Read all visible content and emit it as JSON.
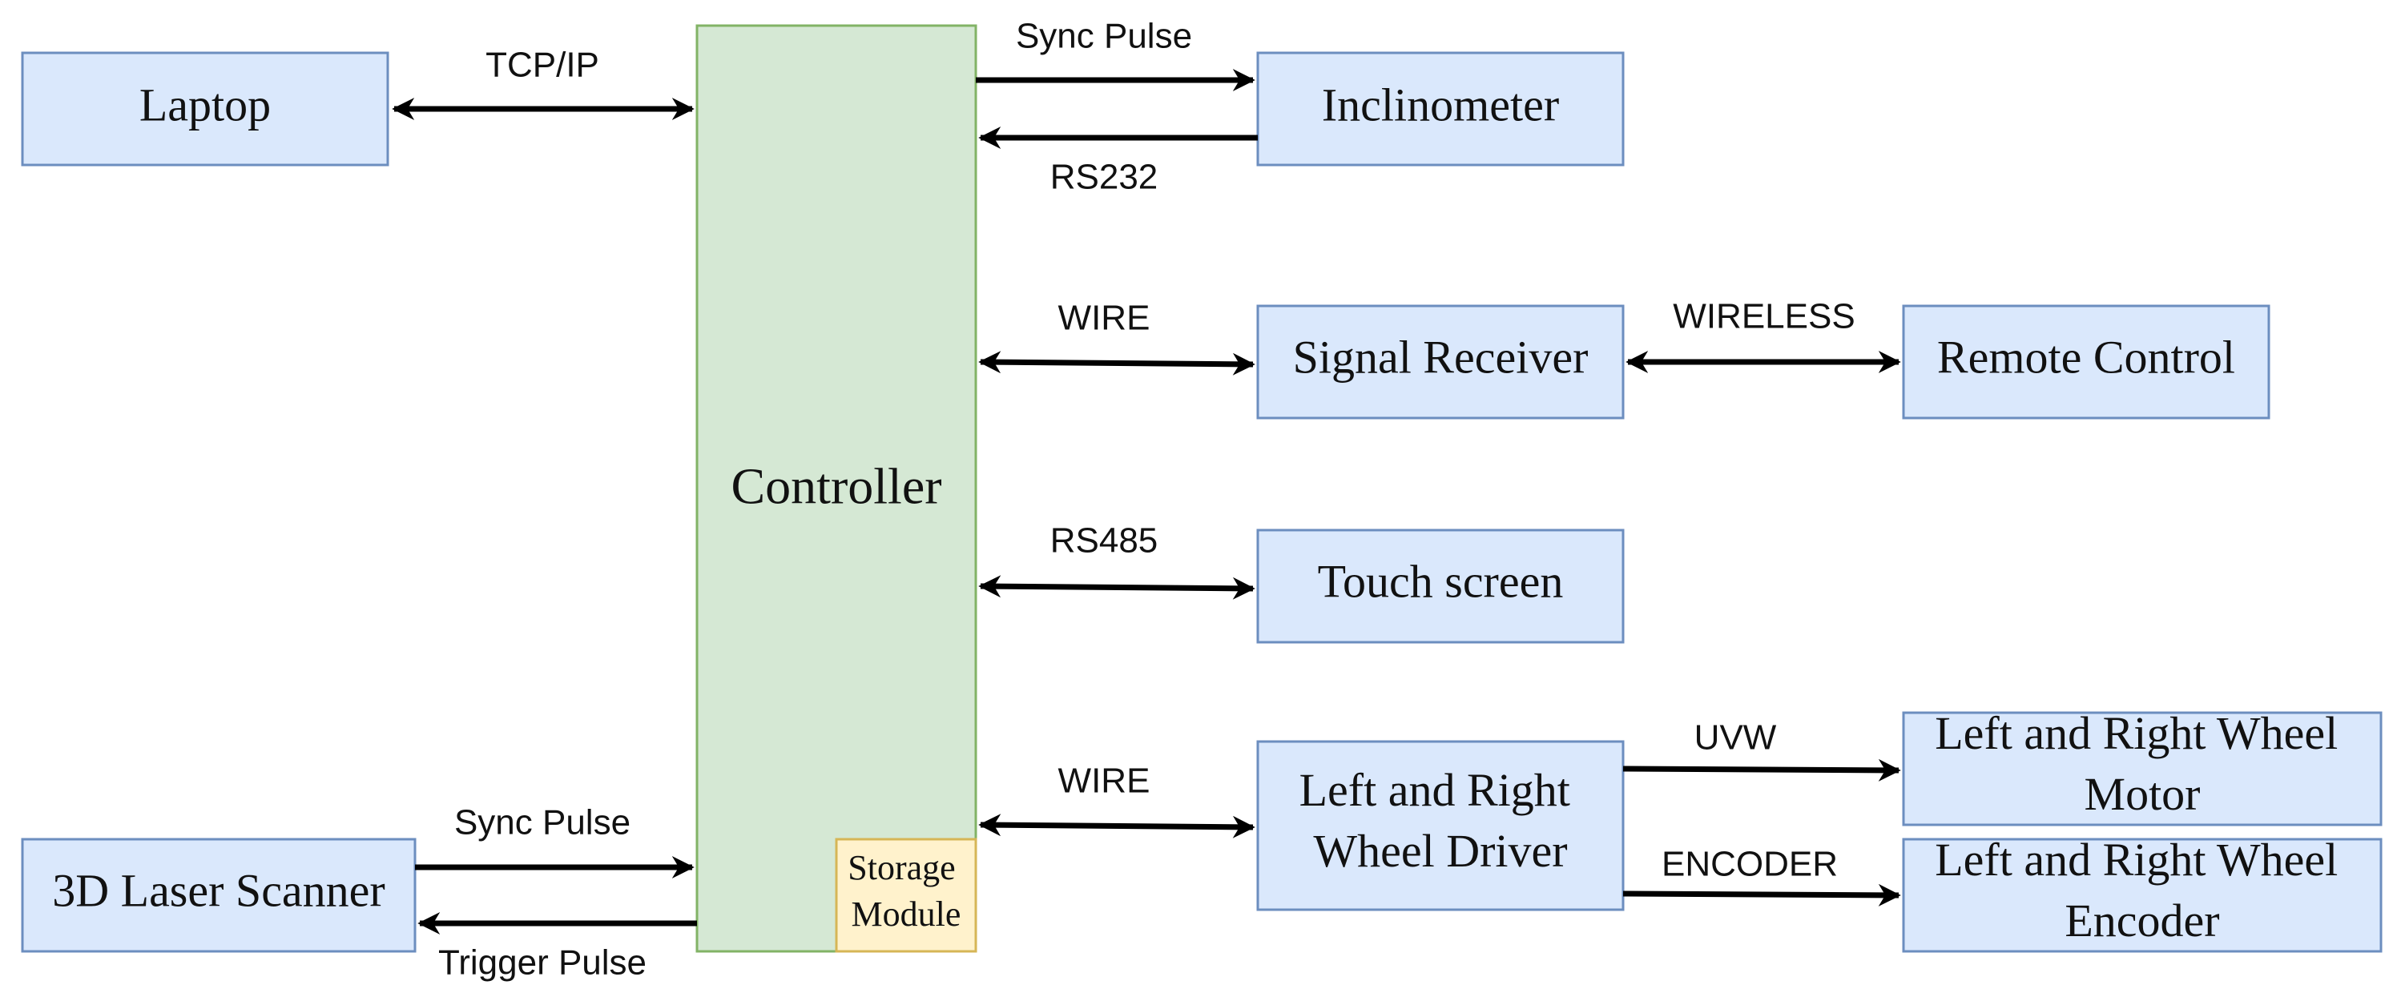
{
  "colors": {
    "node_fill": "#dae8fc",
    "node_stroke": "#6c8ebf",
    "controller_fill": "#d5e8d4",
    "controller_stroke": "#82b366",
    "storage_fill": "#fff2cc",
    "storage_stroke": "#d6b656",
    "edge": "#000000"
  },
  "nodes": {
    "controller": "Controller",
    "storage_module": [
      "Storage",
      "Module"
    ],
    "laptop": "Laptop",
    "laser_scanner": "3D Laser Scanner",
    "inclinometer": "Inclinometer",
    "signal_receiver": "Signal Receiver",
    "remote_control": "Remote Control",
    "touch_screen": "Touch screen",
    "wheel_driver": [
      "Left and Right",
      "Wheel Driver"
    ],
    "wheel_motor": [
      "Left and Right Wheel",
      "Motor"
    ],
    "wheel_encoder": [
      "Left and Right Wheel",
      "Encoder"
    ]
  },
  "edges": {
    "laptop_controller": "TCP/IP",
    "controller_inclinometer": "Sync Pulse",
    "inclinometer_controller": "RS232",
    "controller_signal_receiver": "WIRE",
    "signal_receiver_remote": "WIRELESS",
    "controller_touch_screen": "RS485",
    "controller_wheel_driver": "WIRE",
    "driver_motor": "UVW",
    "driver_encoder": "ENCODER",
    "scanner_controller": "Sync Pulse",
    "controller_scanner": "Trigger Pulse"
  }
}
